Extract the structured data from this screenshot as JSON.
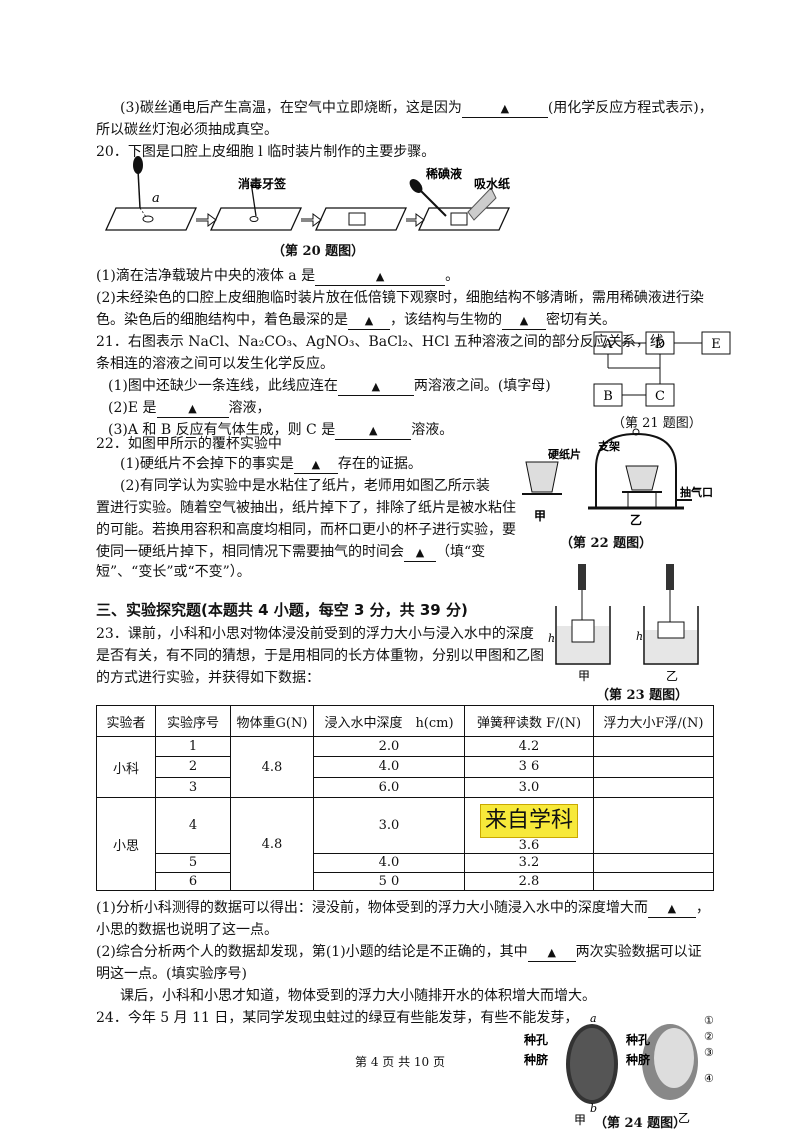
{
  "q19_3": {
    "l1_a": "(3)碳丝通电后产生高温，在空气中立即烧断，这是因为",
    "l1_b": "(用化学反应方程式表示)，",
    "l2": "所以碳丝灯泡必须抽成真空。"
  },
  "blank_mark": "▲",
  "q20": {
    "intro": "20．下图是口腔上皮细胞 l 临时装片制作的主要步骤。",
    "fig_labels": {
      "a": "a",
      "toothpick": "消毒牙签",
      "iodine": "稀碘液",
      "paper": "吸水纸"
    },
    "caption": "（第 20 题图）",
    "p1_a": "(1)滴在洁净载玻片中央的液体 a 是",
    "p1_b": "。",
    "p2_l1": "(2)未经染色的口腔上皮细胞临时装片放在低倍镜下观察时，细胞结构不够清晰，需用稀碘液进行染",
    "p2_l2_a": "色。染色后的细胞结构中，着色最深的是",
    "p2_l2_b": "，该结构与生物的",
    "p2_l2_c": "密切有关。"
  },
  "q21": {
    "l1": "21．右图表示 NaCl、Na₂CO₃、AgNO₃、BaCl₂、HCl 五种溶液之间的部分反应关系，线",
    "l2": "条相连的溶液之间可以发生化学反应。",
    "p1_a": "(1)图中还缺少一条连线，此线应连在",
    "p1_b": "两溶液之间。(填字母)",
    "p2_a": "(2)E 是",
    "p2_b": "溶液，",
    "p3_a": "(3)A 和 B 反应有气体生成，则 C 是",
    "p3_b": "溶液。",
    "nodes": {
      "a": "A",
      "b": "B",
      "c": "C",
      "d": "D",
      "e": "E"
    },
    "caption": "（第 21 题图）"
  },
  "q22": {
    "l1": "22．如图甲所示的覆杯实验中",
    "p1_a": "(1)硬纸片不会掉下的事实是",
    "p1_b": "存在的证据。",
    "p2_l1": "(2)有同学认为实验中是水粘住了纸片，老师用如图乙所示装",
    "p2_l2": "置进行实验。随着空气被抽出，纸片掉下了，排除了纸片是被水粘住",
    "p2_l3": "的可能。若换用容积和高度均相同，而杯口更小的杯子进行实验，要",
    "p2_l4_a": "使同一硬纸片掉下，相同情况下需要抽气的时间会",
    "p2_l4_b": "（填“变",
    "p2_l5": "短”、“变长”或“不变”）。",
    "fig_labels": {
      "stand": "支架",
      "card": "硬纸片",
      "pump": "抽气口",
      "jia": "甲",
      "yi": "乙"
    },
    "caption": "（第 22 题图）"
  },
  "section3": "三、实验探究题(本题共 4 小题，每空 3 分，共 39 分)",
  "q23": {
    "l1": "23．课前，小科和小思对物体浸没前受到的浮力大小与浸入水中的深度",
    "l2": "是否有关，有不同的猜想，于是用相同的长方体重物，分别以甲图和乙图",
    "l3": "的方式进行实验，并获得如下数据：",
    "fig_labels": {
      "h": "h",
      "jia": "甲",
      "yi": "乙"
    },
    "caption": "（第 23 题图）",
    "table": {
      "headers": [
        "实验者",
        "实验序号",
        "物体重G(N)",
        "浸入水中深度　h(cm)",
        "弹簧秤读数 F/(N)",
        "浮力大小F浮/(N)"
      ],
      "groups": [
        {
          "name": "小科",
          "weight": "4.8",
          "rows": [
            {
              "seq": "1",
              "depth": "2.0",
              "reading": "4.2",
              "buoy": ""
            },
            {
              "seq": "2",
              "depth": "4.0",
              "reading": "3 6",
              "buoy": ""
            },
            {
              "seq": "3",
              "depth": "6.0",
              "reading": "3.0",
              "buoy": ""
            }
          ]
        },
        {
          "name": "小思",
          "weight": "4.8",
          "rows": [
            {
              "seq": "4",
              "depth": "3.0",
              "reading": "3.6",
              "buoy": ""
            },
            {
              "seq": "5",
              "depth": "4.0",
              "reading": "3.2",
              "buoy": ""
            },
            {
              "seq": "6",
              "depth": "5 0",
              "reading": "2.8",
              "buoy": ""
            }
          ]
        }
      ],
      "stamp": "来自学科"
    },
    "p1_a": "(1)分析小科测得的数据可以得出：浸没前，物体受到的浮力大小随浸入水中的深度增大而",
    "p1_b": "，",
    "p1_l2": "小思的数据也说明了这一点。",
    "p2_a": "(2)综合分析两个人的数据却发现，第(1)小题的结论是不正确的，其中",
    "p2_b": "两次实验数据可以证",
    "p2_l2": "明这一点。(填实验序号)",
    "after": "课后，小科和小思才知道，物体受到的浮力大小随排开水的体积增大而增大。"
  },
  "q24": {
    "l1": "24．今年 5 月 11 日，某同学发现虫蛀过的绿豆有些能发芽，有些不能发芽，",
    "fig_labels": {
      "a": "a",
      "b": "b",
      "pore": "种孔",
      "hilum": "种脐",
      "n1": "①",
      "n2": "②",
      "n3": "③",
      "n4": "④",
      "jia": "甲",
      "yi": "乙"
    },
    "caption": "（第 24 题图）"
  },
  "footer": "第 4 页 共 10 页"
}
